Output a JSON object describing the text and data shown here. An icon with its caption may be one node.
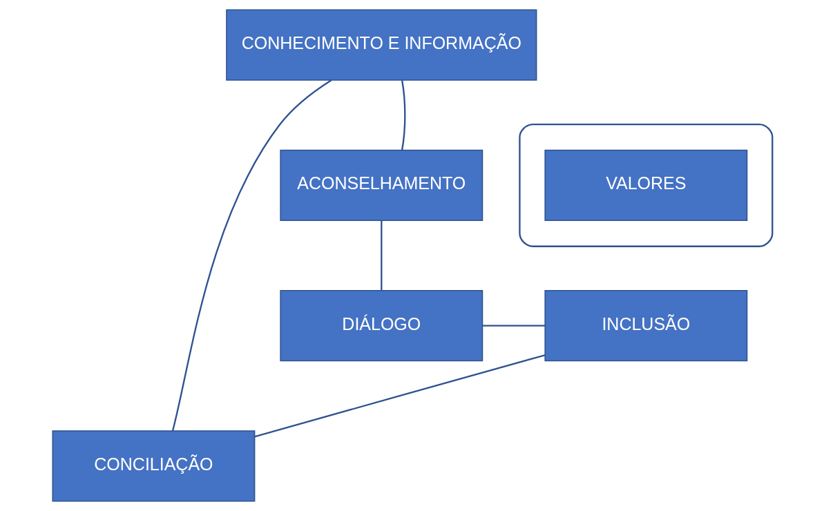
{
  "diagram": {
    "nodes": [
      {
        "text": [
          "CONHECIMENTO E INFORMAÇÃO"
        ]
      },
      {
        "text": [
          "CONCILIAÇÃO"
        ]
      },
      {
        "text": [
          "ACONSELHAMENTO"
        ]
      },
      {
        "text": [],
        "shape": "ellipse"
      },
      {
        "text": [
          "VALORES"
        ],
        "in": 3
      },
      {
        "text": [
          "INCLUSÃO"
        ]
      },
      {
        "text": [
          "DIÁLOGO"
        ]
      }
    ],
    "edges": [
      {
        "from": 0,
        "to": 2,
        "arrow": "none"
      },
      {
        "from": 2,
        "to": 6,
        "arrow": "none"
      },
      {
        "from": 6,
        "to": 5,
        "arrow": "none"
      },
      {
        "from": 5,
        "to": 1,
        "arrow": "none"
      },
      {
        "from": 1,
        "to": 0,
        "arrow": "none"
      }
    ]
  }
}
